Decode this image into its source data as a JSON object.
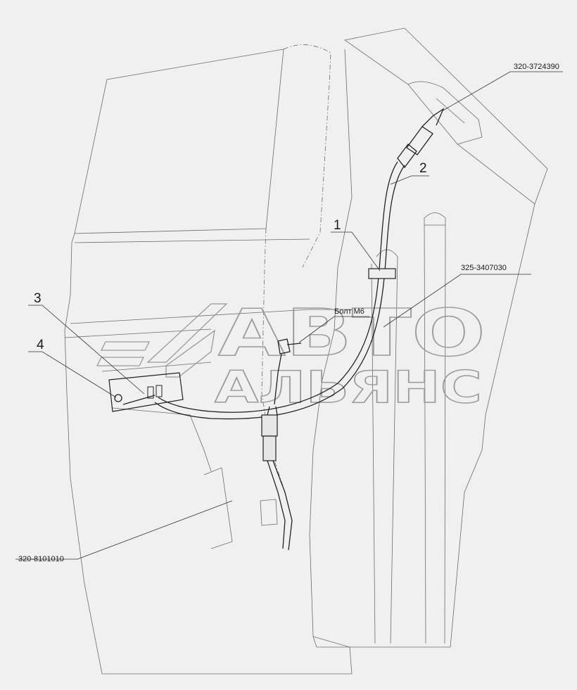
{
  "callouts": {
    "part_3724390": "320-3724390",
    "part_3407030": "325-3407030",
    "part_8101010": "320-8101010",
    "bolt": "Болт М6",
    "n1": "1",
    "n2": "2",
    "n3": "3",
    "n4": "4"
  },
  "watermark": {
    "line1": "АВТО",
    "line2": "АЛЬЯНС"
  },
  "colors": {
    "background": "#f0f0f0",
    "line": "#6a6a6a",
    "cable": "#222222",
    "watermark": "#9a9a9a"
  }
}
